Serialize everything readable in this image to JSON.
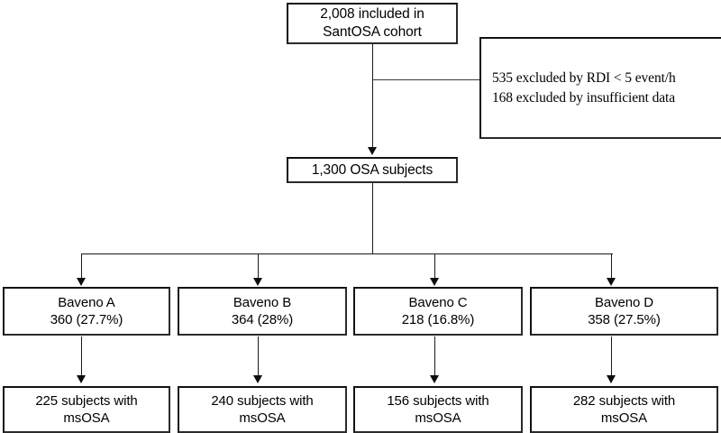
{
  "diagram": {
    "type": "flowchart",
    "title_text": "",
    "colors": {
      "background": "#ffffff",
      "border": "#121212",
      "text": "#000000",
      "connector": "#1a1a1a"
    },
    "nodes": {
      "cohort": {
        "lines": [
          "2,008 included in",
          "SantOSA cohort"
        ],
        "value": 2008,
        "label": "included in SantOSA cohort"
      },
      "excluded": {
        "lines": [
          "535 excluded by RDI < 5 event/h",
          "168 excluded by insufficient data"
        ],
        "reasons": [
          {
            "count": 535,
            "reason": "excluded by RDI < 5 event/h"
          },
          {
            "count": 168,
            "reason": "excluded by insufficient data"
          }
        ]
      },
      "osa_subjects": {
        "lines": [
          "1,300 OSA subjects"
        ],
        "value": 1300,
        "label": "OSA subjects"
      }
    },
    "baveno_groups": [
      {
        "name": "Baveno A",
        "count": 360,
        "percent": "27.7%",
        "count_line": "360 (27.7%)"
      },
      {
        "name": "Baveno B",
        "count": 364,
        "percent": "28%",
        "count_line": "364 (28%)"
      },
      {
        "name": "Baveno C",
        "count": 218,
        "percent": "16.8%",
        "count_line": "218 (16.8%)"
      },
      {
        "name": "Baveno D",
        "count": 358,
        "percent": "27.5%",
        "count_line": "358 (27.5%)"
      }
    ],
    "msosa_groups": [
      {
        "count": 225,
        "line1": "225 subjects with",
        "line2": "msOSA"
      },
      {
        "count": 240,
        "line1": "240 subjects with",
        "line2": "msOSA"
      },
      {
        "count": 156,
        "line1": "156 subjects with",
        "line2": "msOSA"
      },
      {
        "count": 282,
        "line1": "282 subjects with",
        "line2": "msOSA"
      }
    ]
  }
}
